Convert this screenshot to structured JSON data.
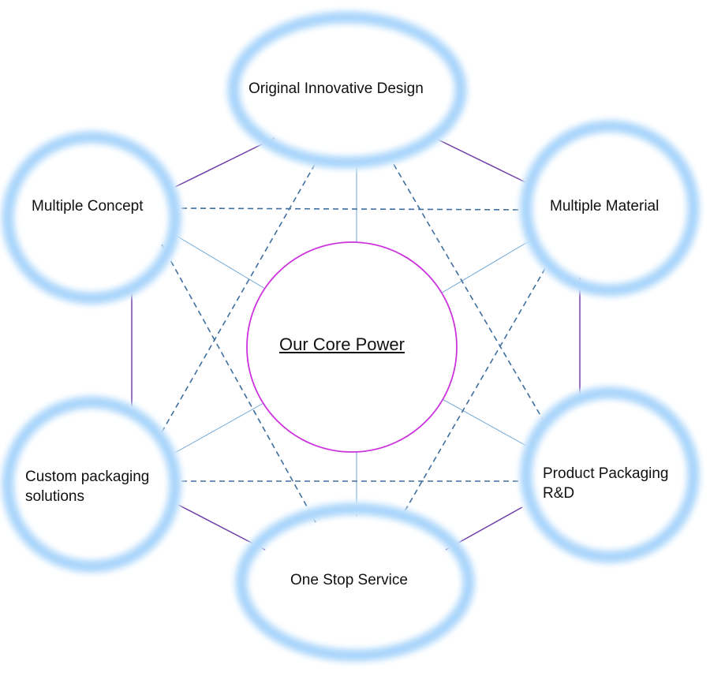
{
  "center": {
    "label": "Our Core Power",
    "stroke_color": "#cc33dd"
  },
  "nodes": [
    {
      "id": "original-innovative-design",
      "label": "Original Innovative Design"
    },
    {
      "id": "multiple-material",
      "label": "Multiple Material"
    },
    {
      "id": "product-packaging-rd",
      "label": "Product Packaging R&D",
      "line1": "Product Packaging",
      "line2": "R&D"
    },
    {
      "id": "one-stop-service",
      "label": "One Stop Service"
    },
    {
      "id": "custom-packaging-solutions",
      "label": "Custom packaging solutions",
      "line1": "Custom packaging",
      "line2": "solutions"
    },
    {
      "id": "multiple-concept",
      "label": "Multiple Concept"
    }
  ],
  "colors": {
    "ring": "#a8d4fb",
    "ring_glow": "#d6ebfd",
    "outer_connector": "#7040a8",
    "spoke": "#6ea6d6",
    "dashed_connector": "#3f6f9f"
  }
}
